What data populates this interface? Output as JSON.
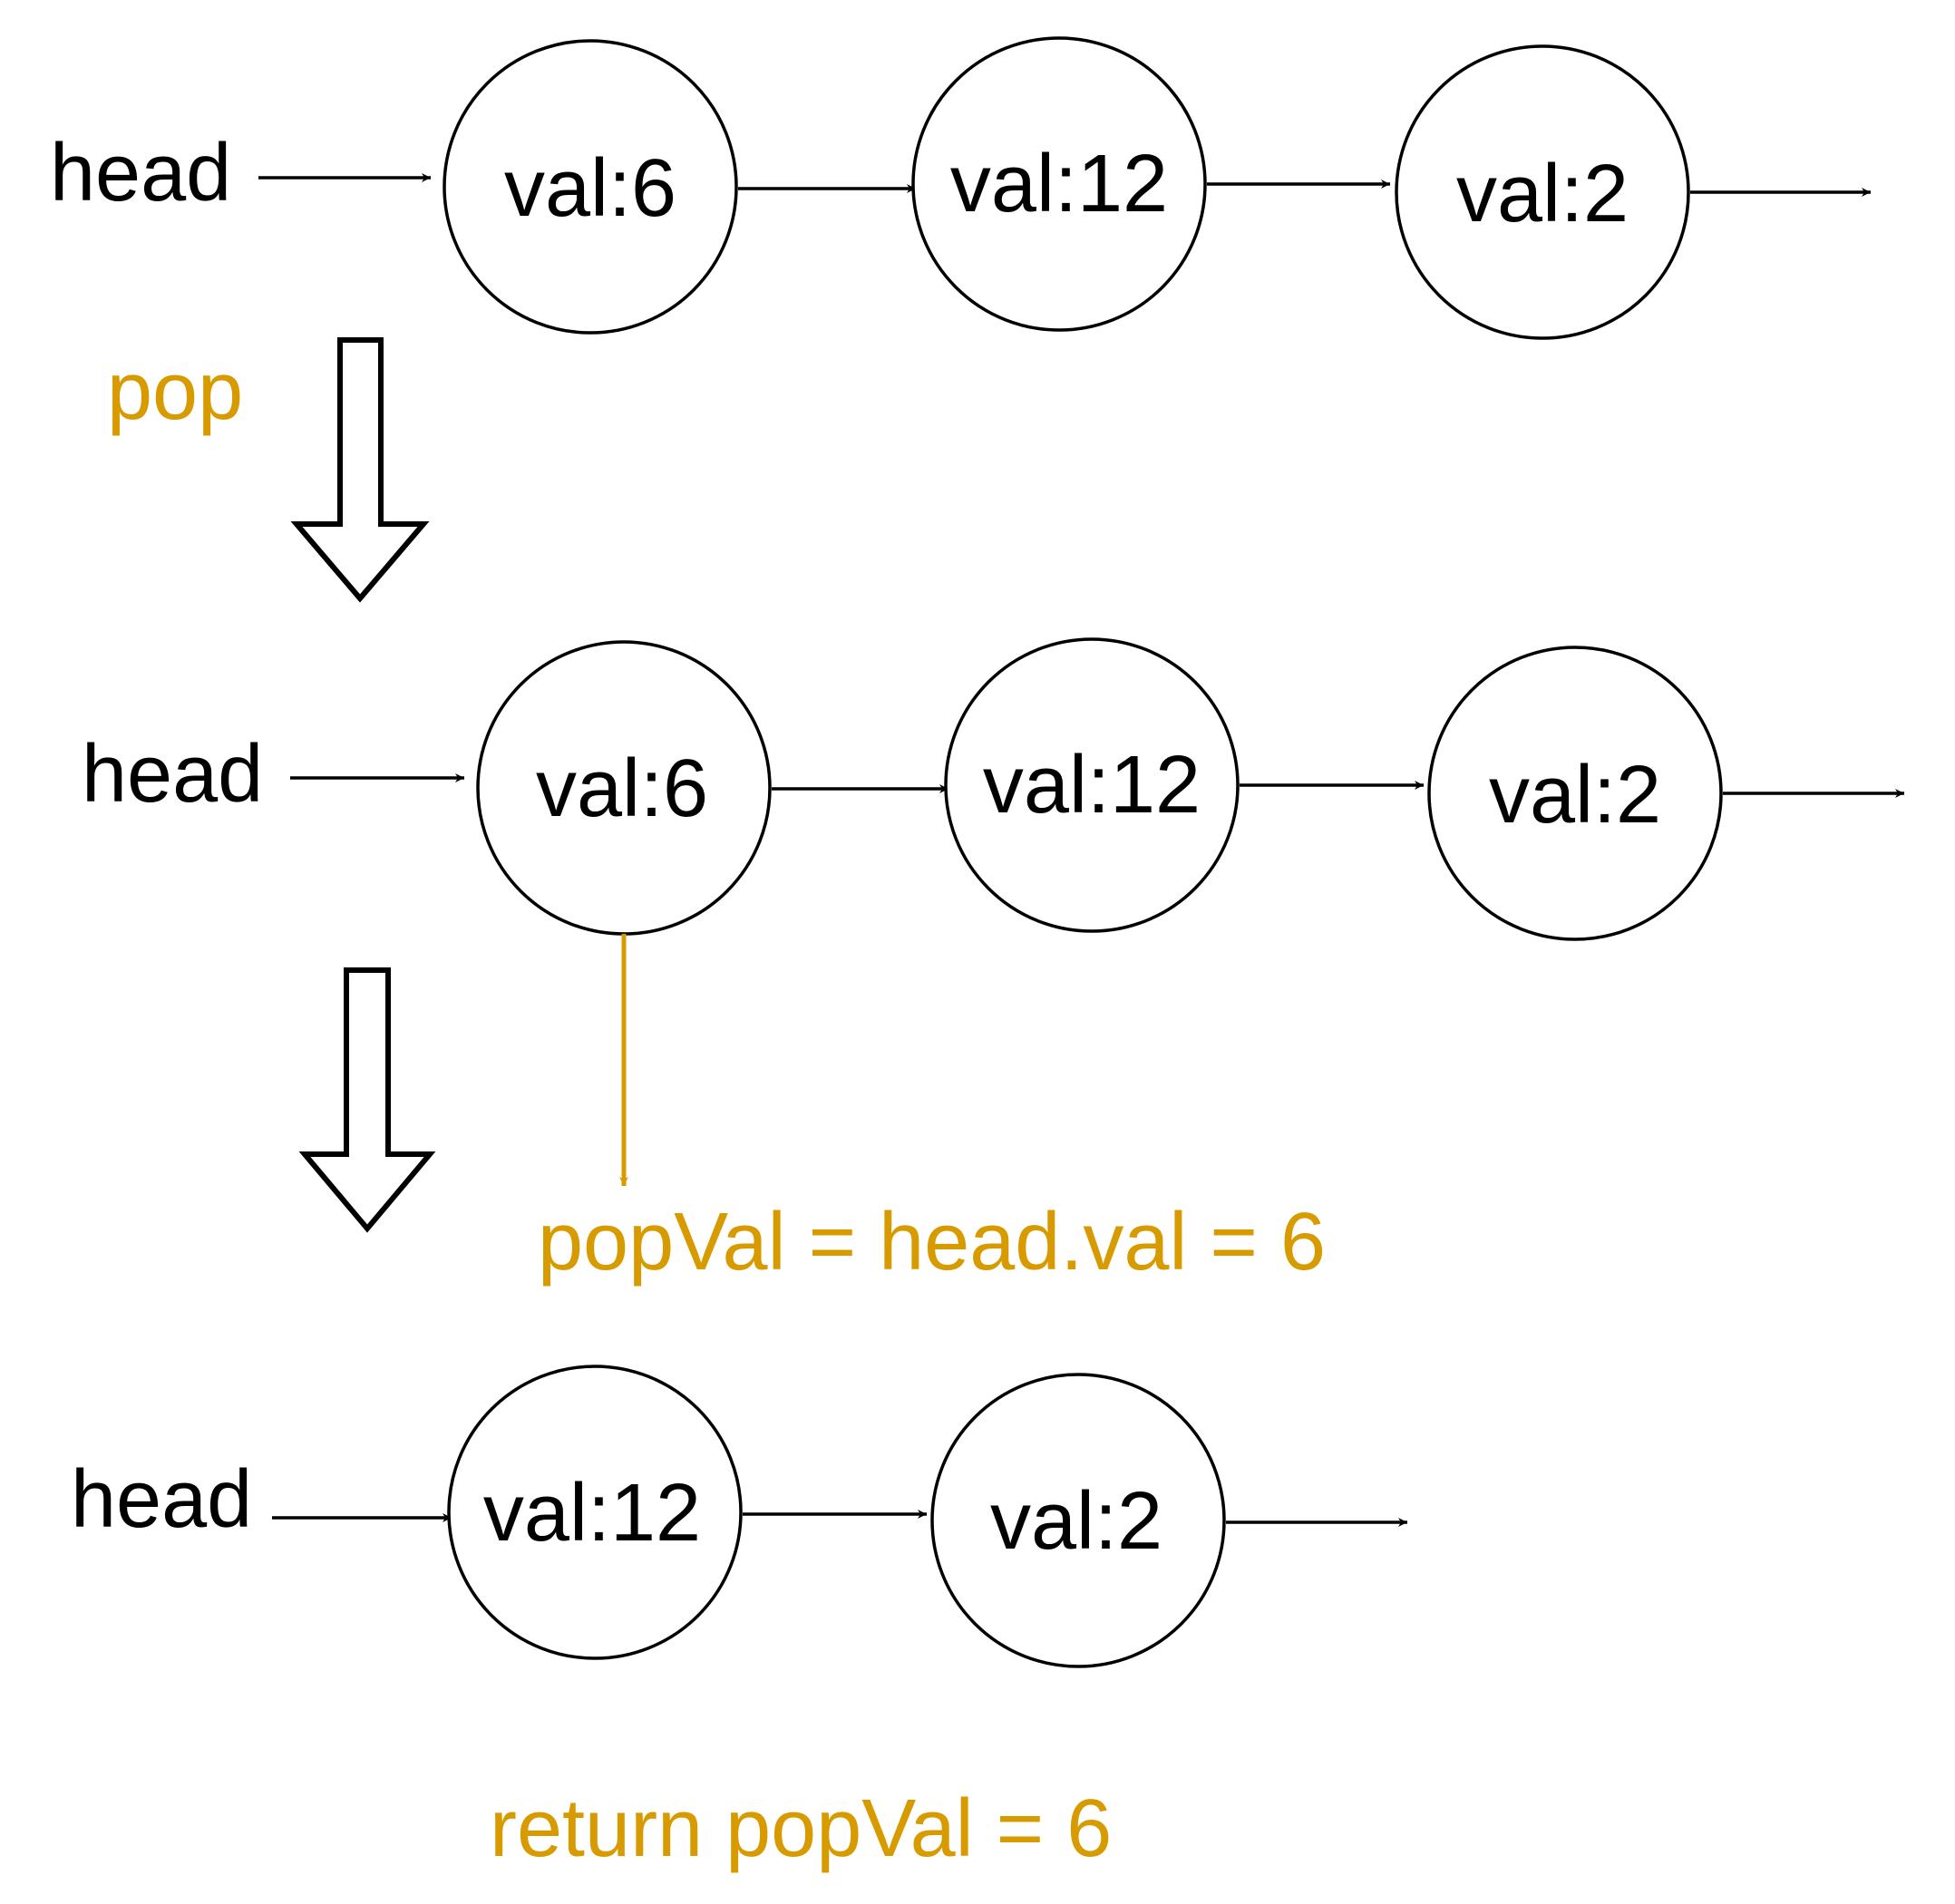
{
  "colors": {
    "ink": "#000000",
    "accent": "#d79b00",
    "background": "#ffffff"
  },
  "stage1": {
    "head_label": "head",
    "nodes": [
      {
        "label": "val:6"
      },
      {
        "label": "val:12"
      },
      {
        "label": "val:2"
      }
    ]
  },
  "transition1": {
    "label": "pop"
  },
  "stage2": {
    "head_label": "head",
    "nodes": [
      {
        "label": "val:6"
      },
      {
        "label": "val:12"
      },
      {
        "label": "val:2"
      }
    ],
    "annotation": "popVal = head.val = 6"
  },
  "stage3": {
    "head_label": "head",
    "nodes": [
      {
        "label": "val:12"
      },
      {
        "label": "val:2"
      }
    ]
  },
  "result": {
    "label": "return popVal = 6"
  }
}
